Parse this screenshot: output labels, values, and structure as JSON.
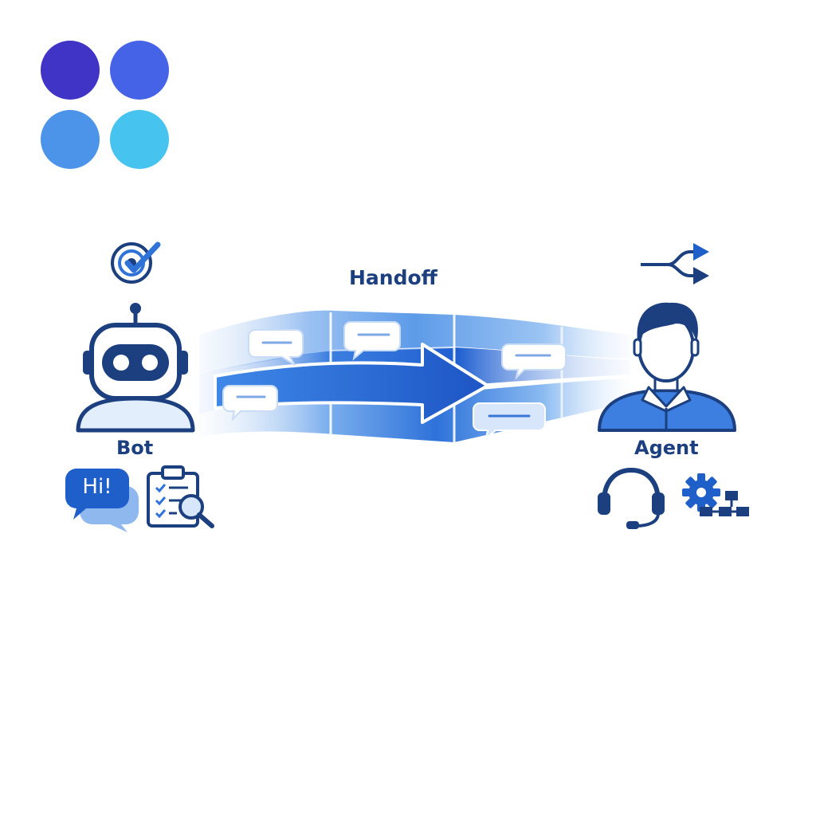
{
  "palette": {
    "dot_1": "#3f34c6",
    "dot_2": "#4563e6",
    "dot_3": "#4b94ea",
    "dot_4": "#46c3ee",
    "navy": "#1c3f7f",
    "blue": "#1f5fc9",
    "light_blue": "#bcd6f5"
  },
  "diagram": {
    "title": "Handoff",
    "left_actor": {
      "label": "Bot",
      "icons": [
        "target-check-icon",
        "robot-icon",
        "hi-chat-bubbles-icon",
        "clipboard-search-icon"
      ],
      "chat_greeting": "Hi!"
    },
    "right_actor": {
      "label": "Agent",
      "icons": [
        "routing-arrows-icon",
        "person-icon",
        "headset-icon",
        "gear-workflow-icon"
      ]
    },
    "flow": {
      "icons": [
        "chat-message-icon",
        "handoff-arrow-icon"
      ]
    }
  }
}
